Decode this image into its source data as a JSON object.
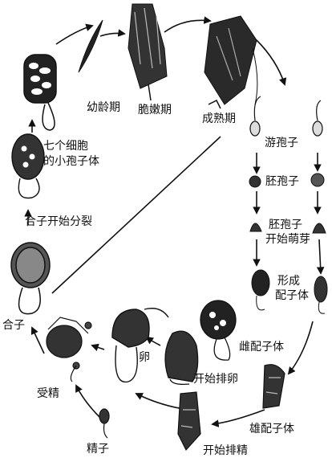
{
  "labels": {
    "youling": "幼龄期",
    "cuinen": "脆嫩期",
    "chengshu": "成熟期",
    "youbaozi": "游孢子",
    "peibaozi": "胚孢子",
    "peibaozi2_l1": "胚孢子",
    "peibaozi2_l2": "开始萌芽",
    "xingcheng_l1": "形成",
    "xingcheng_l2": "配子体",
    "cipeizi": "雌配子体",
    "kaishipailuan": "开始排卵",
    "luan": "卵",
    "xiongpeizi": "雄配子体",
    "kaishipaijing": "开始排精",
    "jingzi": "精子",
    "shoujing": "受精",
    "hezi": "合子",
    "hezifenlie": "合子开始分裂",
    "qigexibao_l1": "七个细胞",
    "qigexibao_l2": "的小孢子体"
  },
  "colors": {
    "ink": "#111111",
    "paper": "#ffffff"
  }
}
